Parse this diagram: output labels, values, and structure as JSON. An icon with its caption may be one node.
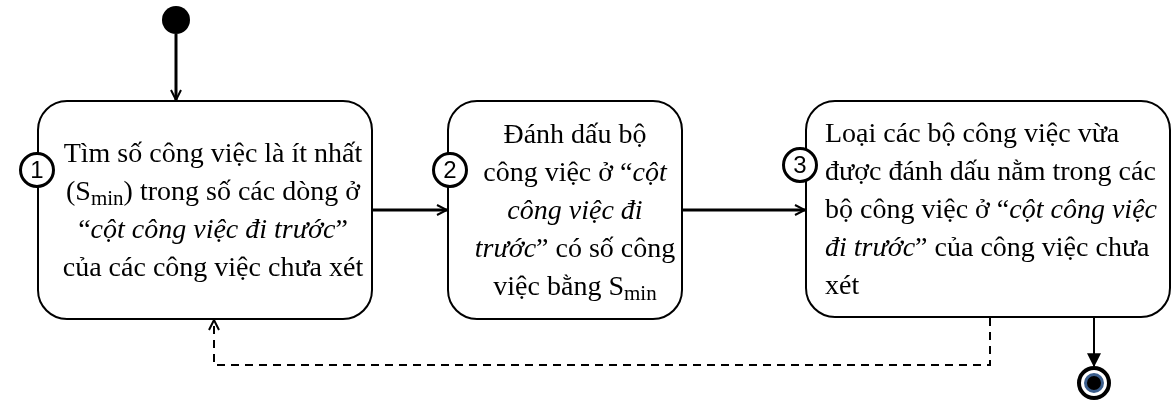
{
  "diagram": {
    "nodes": [
      {
        "text": [],
        "shape": "circle"
      },
      {
        "text": [
          "Tìm số công việc là ít nhất (S$_{min}$) trong số các dòng ở “*cột công việc đi trước*” của các công việc chưa xét"
        ]
      },
      {
        "text": [
          "Đánh dấu bộ công việc ở “*cột công việc đi trước*” có số công việc bằng S$_{min}$"
        ]
      },
      {
        "text": [
          "Loại các bộ công việc vừa được đánh dấu nằm trong các bộ công việc ở “*cột công việc đi trước*” của công việc chưa xét"
        ]
      },
      {
        "text": [],
        "shape": "circle"
      },
      {
        "text": [
          "1"
        ]
      },
      {
        "text": [
          "2"
        ]
      },
      {
        "text": [
          "3"
        ]
      }
    ],
    "edges": [
      {
        "from": 0,
        "to": 1,
        "arrow": "to"
      },
      {
        "from": 1,
        "to": 2,
        "arrow": "to"
      },
      {
        "from": 2,
        "to": 3,
        "arrow": "to"
      },
      {
        "from": 3,
        "to": 1,
        "arrow": "to",
        "style": "dashed"
      },
      {
        "from": 3,
        "to": 4,
        "arrow": "to"
      }
    ]
  }
}
